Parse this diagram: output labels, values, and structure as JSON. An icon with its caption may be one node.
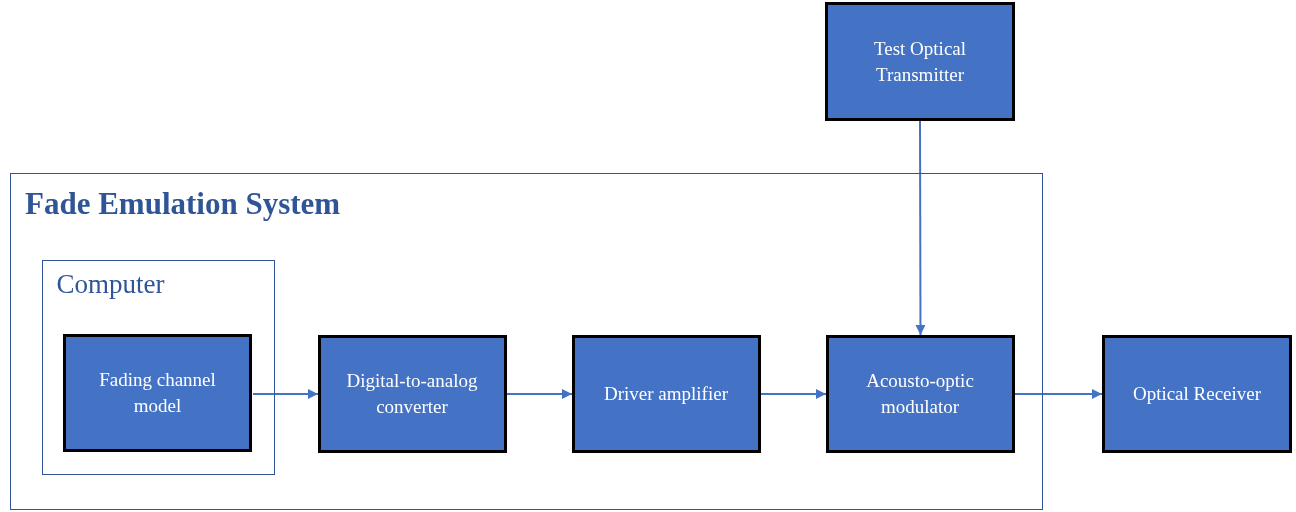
{
  "diagram": {
    "nodes": [
      {
        "text": [
          "Test Optical Transmitter"
        ]
      },
      {
        "text": [
          "Fade Emulation System"
        ]
      },
      {
        "text": [
          "Computer"
        ],
        "in": 1
      },
      {
        "text": [
          "Fading channel model"
        ],
        "in": 2
      },
      {
        "text": [
          "Digital-to-analog converter"
        ],
        "in": 1
      },
      {
        "text": [
          "Driver amplifier"
        ],
        "in": 1
      },
      {
        "text": [
          "Acousto-optic modulator"
        ],
        "in": 1
      },
      {
        "text": [
          "Optical Receiver"
        ]
      }
    ],
    "edges": [
      {
        "from": 0,
        "to": 6,
        "arrow": "to"
      },
      {
        "from": 3,
        "to": 4,
        "arrow": "to"
      },
      {
        "from": 4,
        "to": 5,
        "arrow": "to"
      },
      {
        "from": 5,
        "to": 6,
        "arrow": "to"
      },
      {
        "from": 6,
        "to": 7,
        "arrow": "to"
      }
    ]
  }
}
